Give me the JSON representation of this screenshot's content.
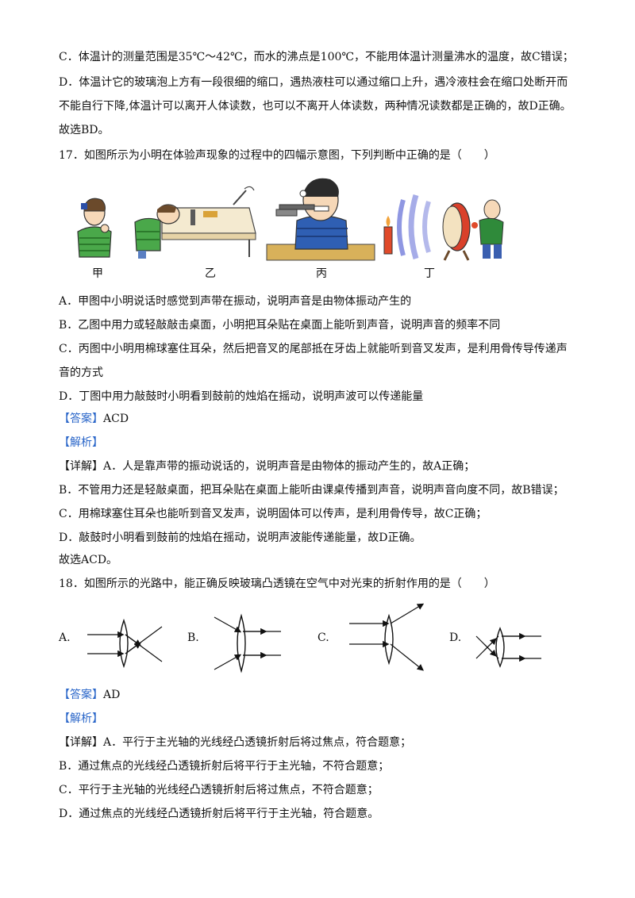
{
  "q16_tail": {
    "c": "C．体温计的测量范围是35℃～42℃，而水的沸点是100℃，不能用体温计测量沸水的温度，故C错误；",
    "d1": "D．体温计它的玻璃泡上方有一段很细的缩口，遇热液柱可以通过缩口上升，遇冷液柱会在缩口处断开而",
    "d2": "不能自行下降,体温计可以离开人体读数，也可以不离开人体读数，两种情况读数都是正确的，故D正确。",
    "conclusion": "故选BD。"
  },
  "q17": {
    "stem": "17．如图所示为小明在体验声现象的过程中的四幅示意图，下列判断中正确的是（　　）",
    "figure_labels": [
      "甲",
      "乙",
      "丙",
      "丁"
    ],
    "options": {
      "a": "A．甲图中小明说话时感觉到声带在振动，说明声音是由物体振动产生的",
      "b": "B．乙图中用力或轻敲敲击桌面，小明把耳朵贴在桌面上能听到声音，说明声音的频率不同",
      "c1": "C．丙图中小明用棉球塞住耳朵，然后把音叉的尾部抵在牙齿上就能听到音叉发声，是利用骨传导传递声",
      "c2": "音的方式",
      "d": "D．丁图中用力敲鼓时小明看到鼓前的烛焰在摇动，说明声波可以传递能量"
    },
    "answer_tag": "【答案】",
    "answer": "ACD",
    "analysis_tag": "【解析】",
    "detail_tag": "【详解】",
    "detail": {
      "a": "A．人是靠声带的振动说话的，说明声音是由物体的振动产生的，故A正确；",
      "b": "B．不管用力还是轻敲桌面，把耳朵贴在桌面上能听由课桌传播到声音，说明声音向度不同，故B错误；",
      "c": "C．用棉球塞住耳朵也能听到音叉发声，说明固体可以传声，是利用骨传导，故C正确；",
      "d": "D．敲鼓时小明看到鼓前的烛焰在摇动，说明声波能传递能量，故D正确。"
    },
    "conclusion": "故选ACD。"
  },
  "q18": {
    "stem": "18．如图所示的光路中，能正确反映玻璃凸透镜在空气中对光束的折射作用的是（　　）",
    "option_labels": [
      "A.",
      "B.",
      "C.",
      "D."
    ],
    "answer_tag": "【答案】",
    "answer": "AD",
    "analysis_tag": "【解析】",
    "detail_tag": "【详解】",
    "detail": {
      "a": "A．平行于主光轴的光线经凸透镜折射后将过焦点，符合题意；",
      "b": "B．通过焦点的光线经凸透镜折射后将平行于主光轴，不符合题意；",
      "c": "C．平行于主光轴的光线经凸透镜折射后将过焦点，不符合题意；",
      "d": "D．通过焦点的光线经凸透镜折射后将平行于主光轴，符合题意。"
    }
  },
  "colors": {
    "tag": "#2a66c9",
    "text": "#111111"
  }
}
